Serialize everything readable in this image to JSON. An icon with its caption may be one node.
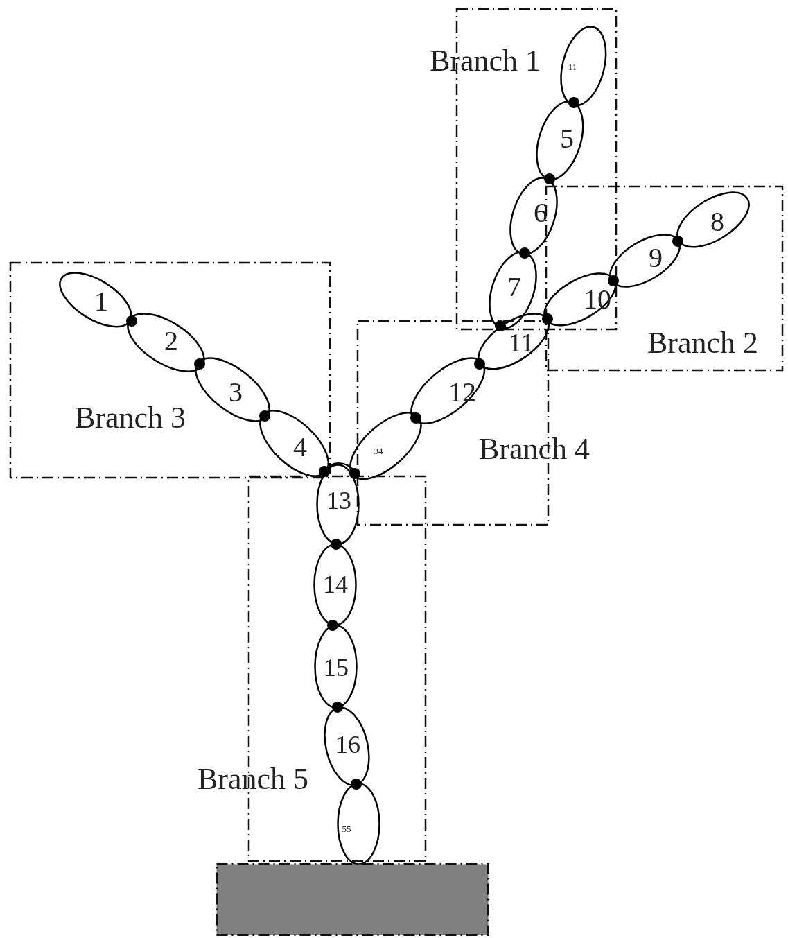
{
  "diagram": {
    "nodes": [
      {
        "text": [
          "Branch 1"
        ]
      },
      {
        "text": [
          "11"
        ],
        "in": 0
      },
      {
        "text": [
          "5"
        ],
        "in": 0
      },
      {
        "text": [
          "6"
        ],
        "in": 0
      },
      {
        "text": [
          "7"
        ],
        "in": 0
      },
      {
        "text": [
          "Branch 2"
        ]
      },
      {
        "text": [
          "8"
        ],
        "in": 5
      },
      {
        "text": [
          "9"
        ],
        "in": 5
      },
      {
        "text": [
          "10"
        ]
      },
      {
        "text": [
          "Branch 3"
        ]
      },
      {
        "text": [
          "1"
        ],
        "in": 9
      },
      {
        "text": [
          "2"
        ],
        "in": 9
      },
      {
        "text": [
          "3"
        ],
        "in": 9
      },
      {
        "text": [
          "4"
        ],
        "in": 9
      },
      {
        "text": [
          "Branch 4"
        ]
      },
      {
        "text": [
          "11"
        ]
      },
      {
        "text": [
          "12"
        ],
        "in": 14
      },
      {
        "text": [
          "34"
        ]
      },
      {
        "text": [
          "Branch 5"
        ]
      },
      {
        "text": [
          "13"
        ]
      },
      {
        "text": [
          "14"
        ],
        "in": 18
      },
      {
        "text": [
          "15"
        ],
        "in": 18
      },
      {
        "text": [
          "16"
        ],
        "in": 18
      },
      {
        "text": [
          "55"
        ],
        "in": 18
      },
      {
        "text": [],
        "shape": "box"
      }
    ]
  }
}
